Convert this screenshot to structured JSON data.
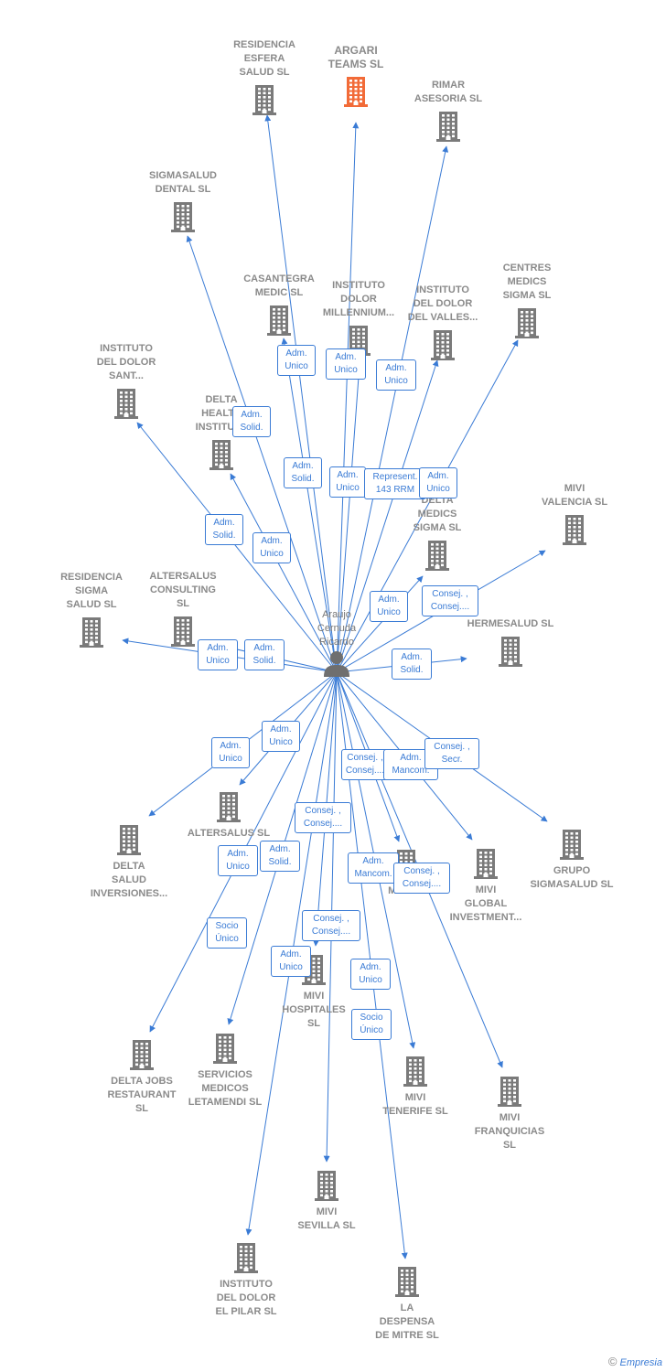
{
  "center": {
    "label": "Araujo\nCernuda\nRicardo",
    "icon": "person-icon"
  },
  "nodes": [
    {
      "id": "residencia-esfera",
      "label": "RESIDENCIA\nESFERA\nSALUD SL",
      "icon": "building-icon"
    },
    {
      "id": "argari",
      "label": "ARGARI\nTEAMS  SL",
      "icon": "building-icon",
      "highlight": true
    },
    {
      "id": "rimar",
      "label": "RIMAR\nASESORIA  SL",
      "icon": "building-icon"
    },
    {
      "id": "sigmasalud-dental",
      "label": "SIGMASALUD\nDENTAL SL",
      "icon": "building-icon"
    },
    {
      "id": "casantegra",
      "label": "CASANTEGRA\nMEDIC SL",
      "icon": "building-icon"
    },
    {
      "id": "instituto-millennium",
      "label": "INSTITUTO\nDOLOR\nMILLENNIUM...",
      "icon": "building-icon"
    },
    {
      "id": "instituto-valles",
      "label": "INSTITUTO\nDEL DOLOR\nDEL VALLES...",
      "icon": "building-icon"
    },
    {
      "id": "centres-medics",
      "label": "CENTRES\nMEDICS\nSIGMA SL",
      "icon": "building-icon"
    },
    {
      "id": "instituto-sant",
      "label": "INSTITUTO\nDEL DOLOR\nSANT...",
      "icon": "building-icon"
    },
    {
      "id": "delta-health",
      "label": "DELTA\nHEALTH\nINSTITUTE",
      "icon": "building-icon"
    },
    {
      "id": "delta-medics",
      "label": "DELTA\nMEDICS\nSIGMA  SL",
      "icon": "building-icon"
    },
    {
      "id": "mivi-valencia",
      "label": "MIVI\nVALENCIA  SL",
      "icon": "building-icon"
    },
    {
      "id": "residencia-sigma",
      "label": "RESIDENCIA\nSIGMA\nSALUD SL",
      "icon": "building-icon"
    },
    {
      "id": "altersalus-consulting",
      "label": "ALTERSALUS\nCONSULTING\nSL",
      "icon": "building-icon"
    },
    {
      "id": "hermesalud",
      "label": "HERMESALUD SL",
      "icon": "building-icon"
    },
    {
      "id": "delta-salud-inv",
      "label": "DELTA\nSALUD\nINVERSIONES...",
      "icon": "building-icon"
    },
    {
      "id": "altersalus",
      "label": "ALTERSALUS SL",
      "icon": "building-icon"
    },
    {
      "id": "mivi-sl",
      "label": "MIVI SL",
      "icon": "building-icon"
    },
    {
      "id": "mivi-global",
      "label": "MIVI\nGLOBAL\nINVESTMENT...",
      "icon": "building-icon"
    },
    {
      "id": "grupo-sigmasalud",
      "label": "GRUPO\nSIGMASALUD SL",
      "icon": "building-icon"
    },
    {
      "id": "mivi-hospitales",
      "label": "MIVI\nHOSPITALES\nSL",
      "icon": "building-icon"
    },
    {
      "id": "delta-jobs",
      "label": "DELTA JOBS\nRESTAURANT\nSL",
      "icon": "building-icon"
    },
    {
      "id": "servicios-medicos",
      "label": "SERVICIOS\nMEDICOS\nLETAMENDI SL",
      "icon": "building-icon"
    },
    {
      "id": "mivi-tenerife",
      "label": "MIVI\nTENERIFE  SL",
      "icon": "building-icon"
    },
    {
      "id": "mivi-franquicias",
      "label": "MIVI\nFRANQUICIAS\nSL",
      "icon": "building-icon"
    },
    {
      "id": "mivi-sevilla",
      "label": "MIVI\nSEVILLA  SL",
      "icon": "building-icon"
    },
    {
      "id": "instituto-pilar",
      "label": "INSTITUTO\nDEL DOLOR\nEL PILAR  SL",
      "icon": "building-icon"
    },
    {
      "id": "la-despensa",
      "label": "LA\nDESPENSA\nDE MITRE  SL",
      "icon": "building-icon"
    }
  ],
  "relations": [
    {
      "id": "r1",
      "label": "Adm.\nUnico"
    },
    {
      "id": "r2",
      "label": "Adm.\nUnico"
    },
    {
      "id": "r3",
      "label": "Adm.\nUnico"
    },
    {
      "id": "r4",
      "label": "Adm.\nSolid."
    },
    {
      "id": "r5",
      "label": "Adm.\nSolid."
    },
    {
      "id": "r6",
      "label": "Adm.\nUnico"
    },
    {
      "id": "r7",
      "label": "Represent.\n143 RRM"
    },
    {
      "id": "r8",
      "label": "Adm.\nUnico"
    },
    {
      "id": "r9",
      "label": "Adm.\nSolid."
    },
    {
      "id": "r10",
      "label": "Adm.\nUnico"
    },
    {
      "id": "r11",
      "label": "Adm.\nUnico"
    },
    {
      "id": "r12",
      "label": "Consej. ,\nConsej...."
    },
    {
      "id": "r13",
      "label": "Adm.\nUnico"
    },
    {
      "id": "r14",
      "label": "Adm.\nSolid."
    },
    {
      "id": "r15",
      "label": "Adm.\nSolid."
    },
    {
      "id": "r16",
      "label": "Adm.\nUnico"
    },
    {
      "id": "r17",
      "label": "Adm.\nUnico"
    },
    {
      "id": "r18",
      "label": "Consej. ,\nConsej...."
    },
    {
      "id": "r19",
      "label": "Adm.\nMancom."
    },
    {
      "id": "r20",
      "label": "Consej. ,\nSecr."
    },
    {
      "id": "r21",
      "label": "Consej. ,\nConsej...."
    },
    {
      "id": "r22",
      "label": "Adm.\nUnico"
    },
    {
      "id": "r23",
      "label": "Adm.\nSolid."
    },
    {
      "id": "r24",
      "label": "Adm.\nMancom."
    },
    {
      "id": "r25",
      "label": "Consej. ,\nConsej...."
    },
    {
      "id": "r26",
      "label": "Socio\nÚnico"
    },
    {
      "id": "r27",
      "label": "Consej. ,\nConsej...."
    },
    {
      "id": "r28",
      "label": "Adm.\nUnico"
    },
    {
      "id": "r29",
      "label": "Adm.\nUnico"
    },
    {
      "id": "r30",
      "label": "Socio\nÚnico"
    }
  ],
  "footer": {
    "copyright": "©",
    "brand": "Empresia"
  },
  "colors": {
    "edge": "#3a7bd5",
    "building": "#7a7a7a",
    "highlight": "#f26b38",
    "person": "#6f6f6f"
  }
}
